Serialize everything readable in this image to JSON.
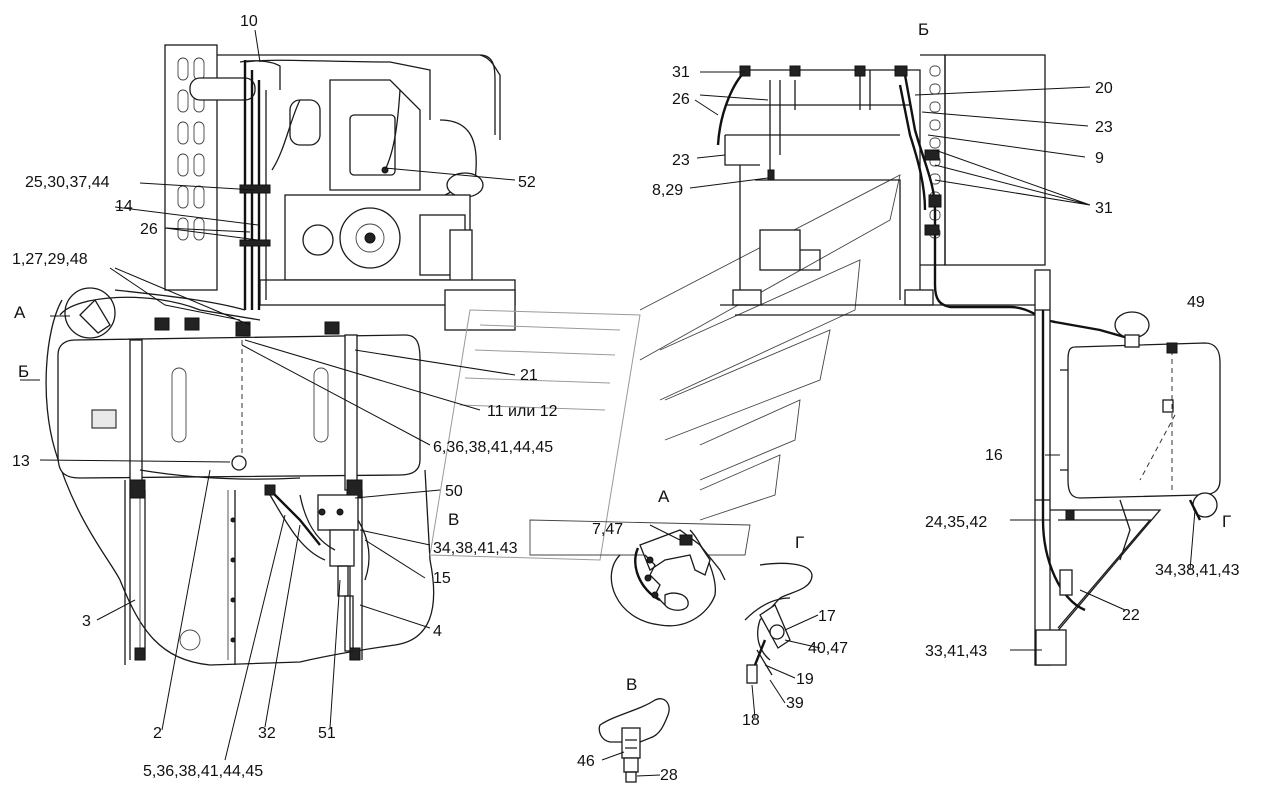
{
  "view_titles": {
    "b": "Б",
    "a": "А",
    "g": "Г",
    "v": "В"
  },
  "side_marks": {
    "a": "А",
    "b": "Б",
    "v": "В",
    "g": "Г"
  },
  "callouts": {
    "c10": "10",
    "c52": "52",
    "c25": "25,30,37,44",
    "c14": "14",
    "c26_left": "26",
    "c1": "1,27,29,48",
    "c21": "21",
    "c11": "11 или 12",
    "c6": "6,36,38,41,44,45",
    "c13": "13",
    "c50": "50",
    "c34_left": "34,38,41,43",
    "c15": "15",
    "c3": "3",
    "c4": "4",
    "c2": "2",
    "c32": "32",
    "c51": "51",
    "c5": "5,36,38,41,44,45",
    "c31_top": "31",
    "c26_right": "26",
    "c23_left": "23",
    "c8": "8,29",
    "c20": "20",
    "c23_right": "23",
    "c9": "9",
    "c31_right": "31",
    "c49": "49",
    "c16": "16",
    "c24": "24,35,42",
    "c34_right": "34,38,41,43",
    "c22": "22",
    "c33": "33,41,43",
    "c7": "7,47",
    "c17": "17",
    "c40": "40,47",
    "c19": "19",
    "c39": "39",
    "c18": "18",
    "c46": "46",
    "c28": "28"
  }
}
